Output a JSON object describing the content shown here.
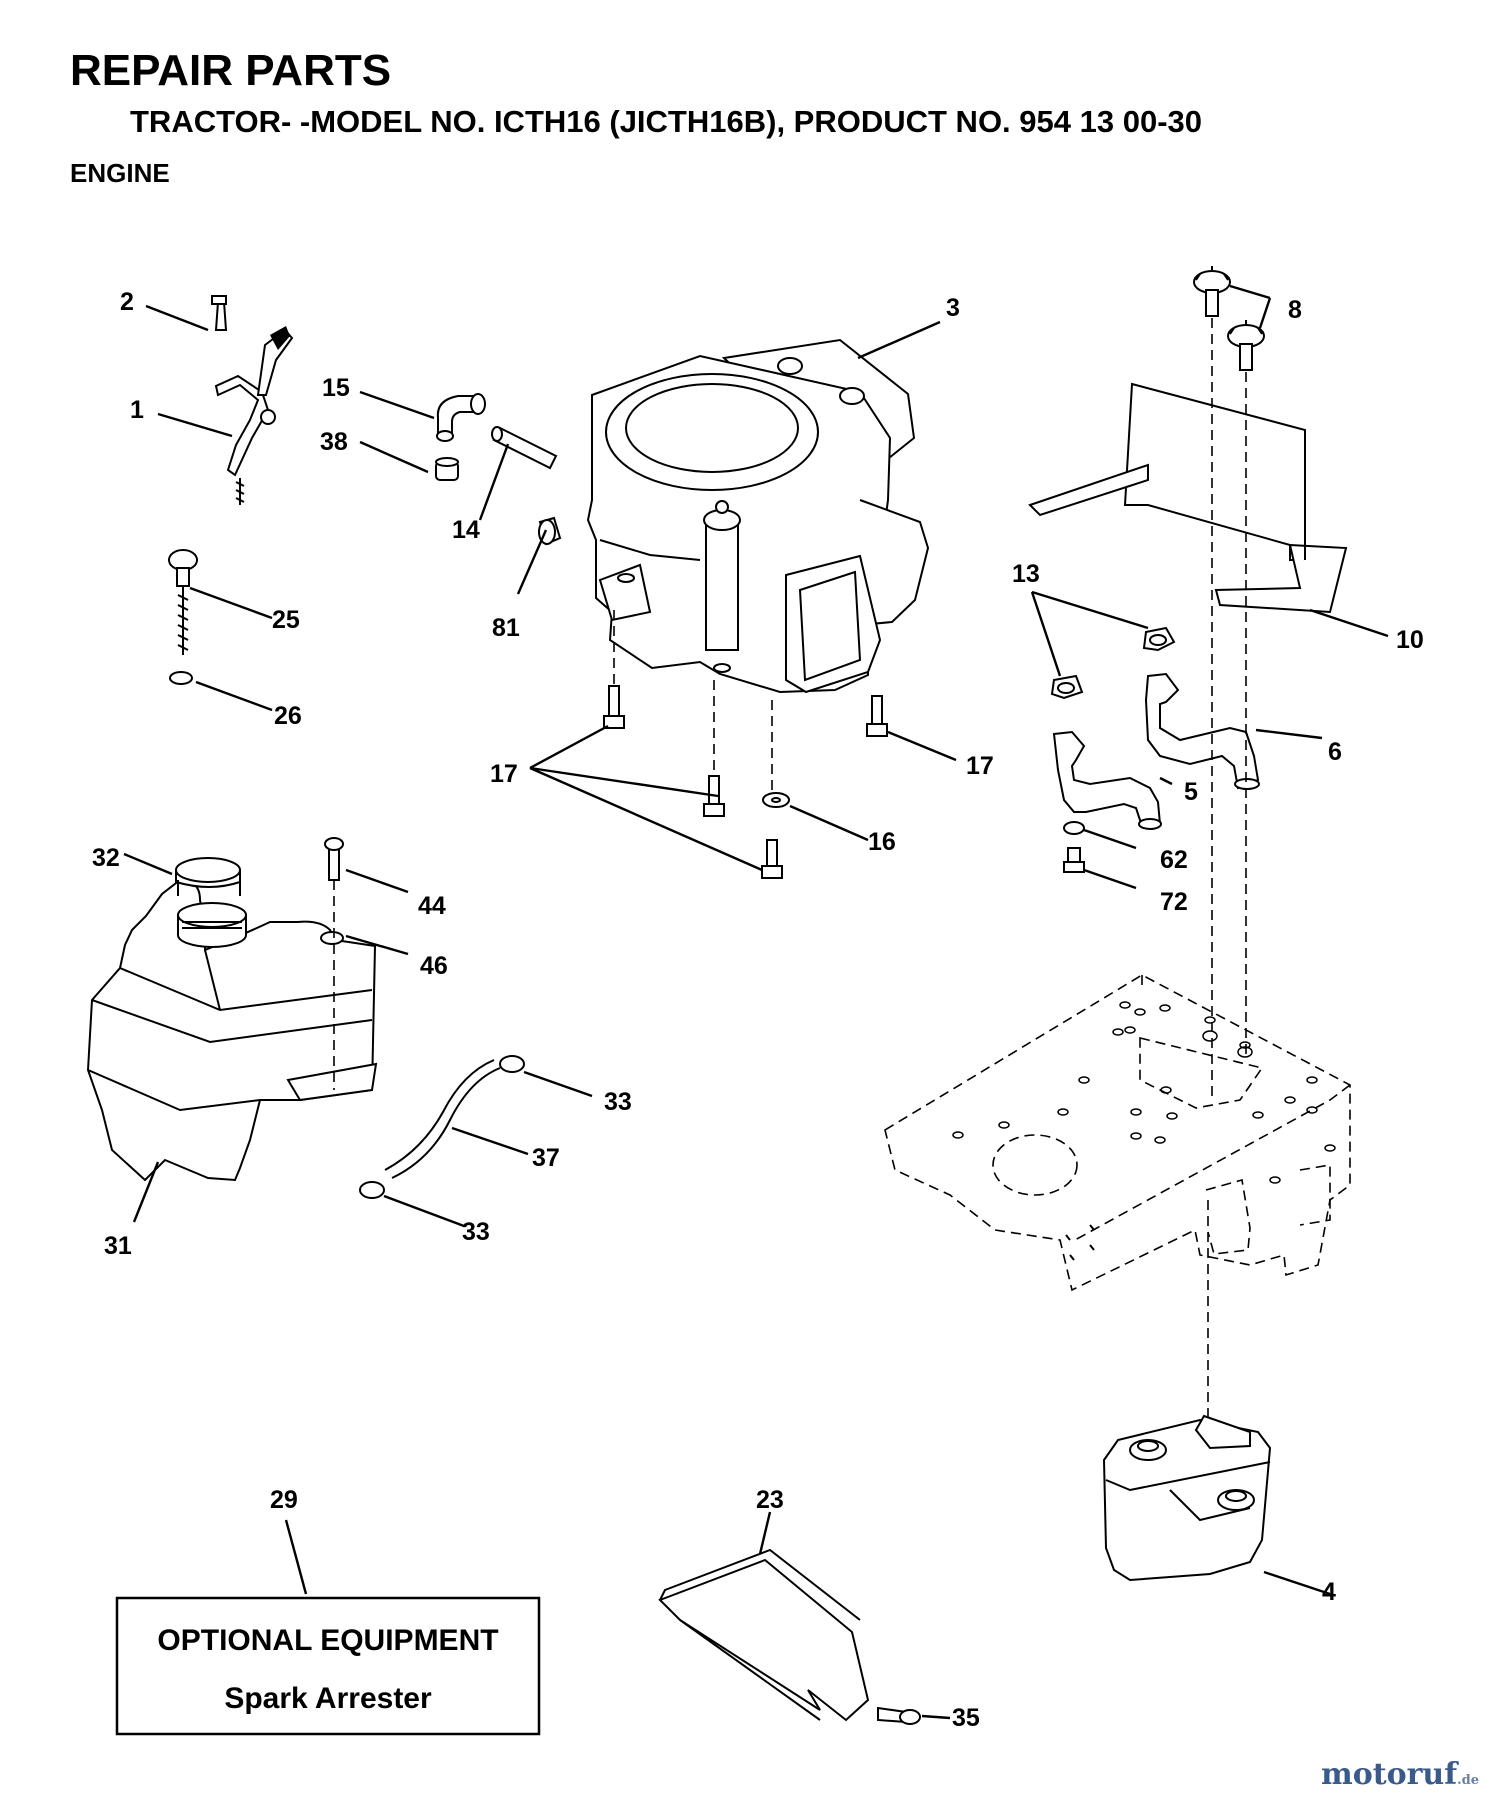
{
  "header": {
    "title": "REPAIR PARTS",
    "subtitle": "TRACTOR- -MODEL NO. ICTH16 (JICTH16B), PRODUCT NO. 954 13 00-30",
    "section": "ENGINE"
  },
  "callouts": {
    "c1": "1",
    "c2": "2",
    "c3": "3",
    "c4": "4",
    "c5": "5",
    "c6": "6",
    "c8": "8",
    "c10": "10",
    "c13": "13",
    "c14": "14",
    "c15": "15",
    "c16": "16",
    "c17a": "17",
    "c17b": "17",
    "c23": "23",
    "c25": "25",
    "c26": "26",
    "c29": "29",
    "c31": "31",
    "c32": "32",
    "c33a": "33",
    "c33b": "33",
    "c35": "35",
    "c37": "37",
    "c38": "38",
    "c44": "44",
    "c46": "46",
    "c62": "62",
    "c72": "72",
    "c81": "81"
  },
  "optional_box": {
    "heading": "OPTIONAL EQUIPMENT",
    "item": "Spark Arrester"
  },
  "watermark": {
    "brand": "motoruf",
    "suffix": ".de"
  }
}
